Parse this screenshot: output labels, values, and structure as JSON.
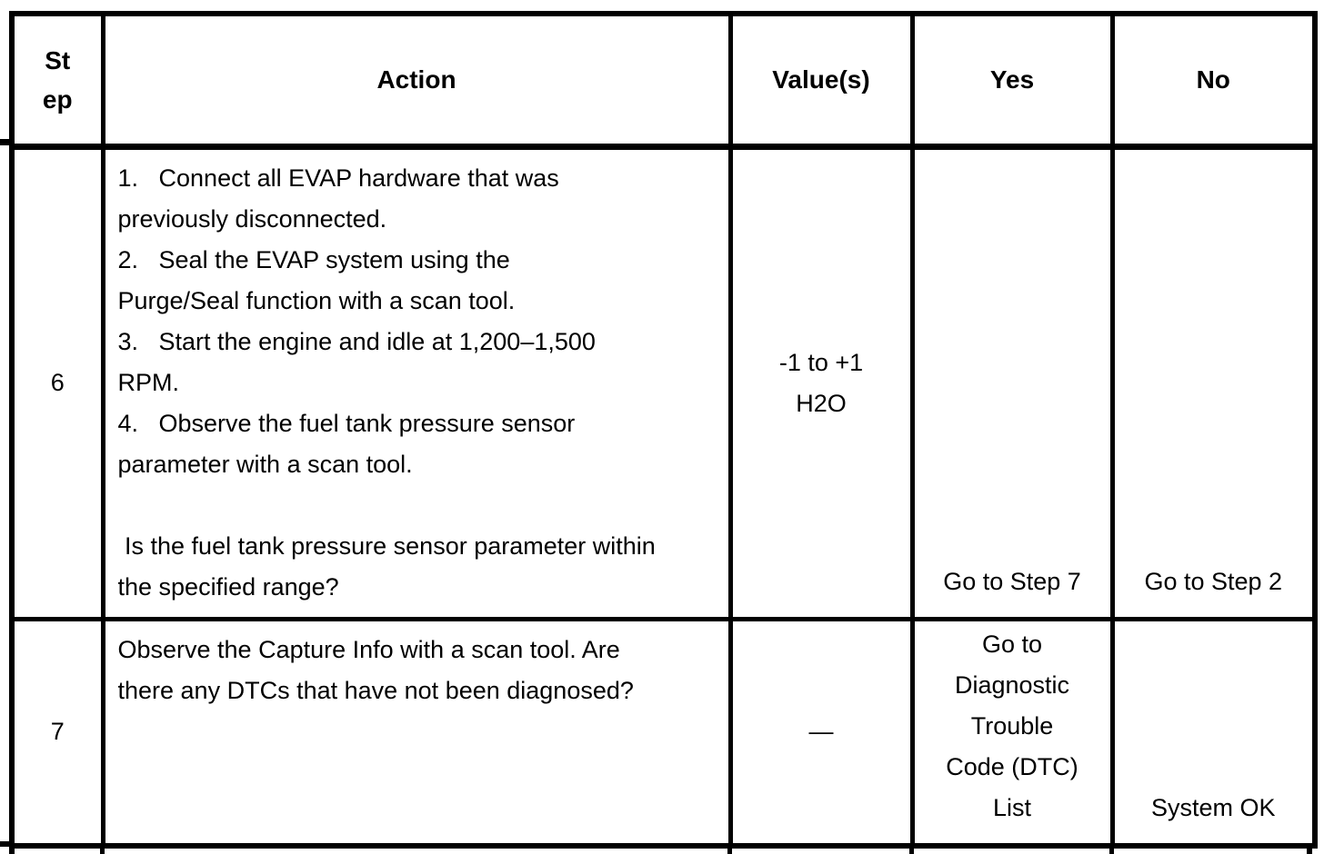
{
  "table": {
    "columns": [
      {
        "key": "step",
        "label": "St\nep"
      },
      {
        "key": "action",
        "label": "Action"
      },
      {
        "key": "values",
        "label": "Value(s)"
      },
      {
        "key": "yes",
        "label": "Yes"
      },
      {
        "key": "no",
        "label": "No"
      }
    ],
    "rows": [
      {
        "step": "6",
        "action": "1.   Connect all EVAP hardware that was\npreviously disconnected.\n2.   Seal the EVAP system using the\nPurge/Seal function with a scan tool.\n3.   Start the engine and idle at 1,200–1,500\nRPM.\n4.   Observe the fuel tank pressure sensor\nparameter with a scan tool.\n\n Is the fuel tank pressure sensor parameter within\nthe specified range?",
        "values": "-1 to +1\nH2O",
        "yes": "Go to Step 7",
        "no": "Go to Step 2"
      },
      {
        "step": "7",
        "action": "Observe the Capture Info with a scan tool. Are\nthere any DTCs that have not been diagnosed?",
        "values": "—",
        "yes": "Go to\nDiagnostic\nTrouble\nCode (DTC)\nList",
        "no": "System OK"
      }
    ]
  },
  "colors": {
    "ink": "#000000",
    "paper": "#ffffff"
  }
}
